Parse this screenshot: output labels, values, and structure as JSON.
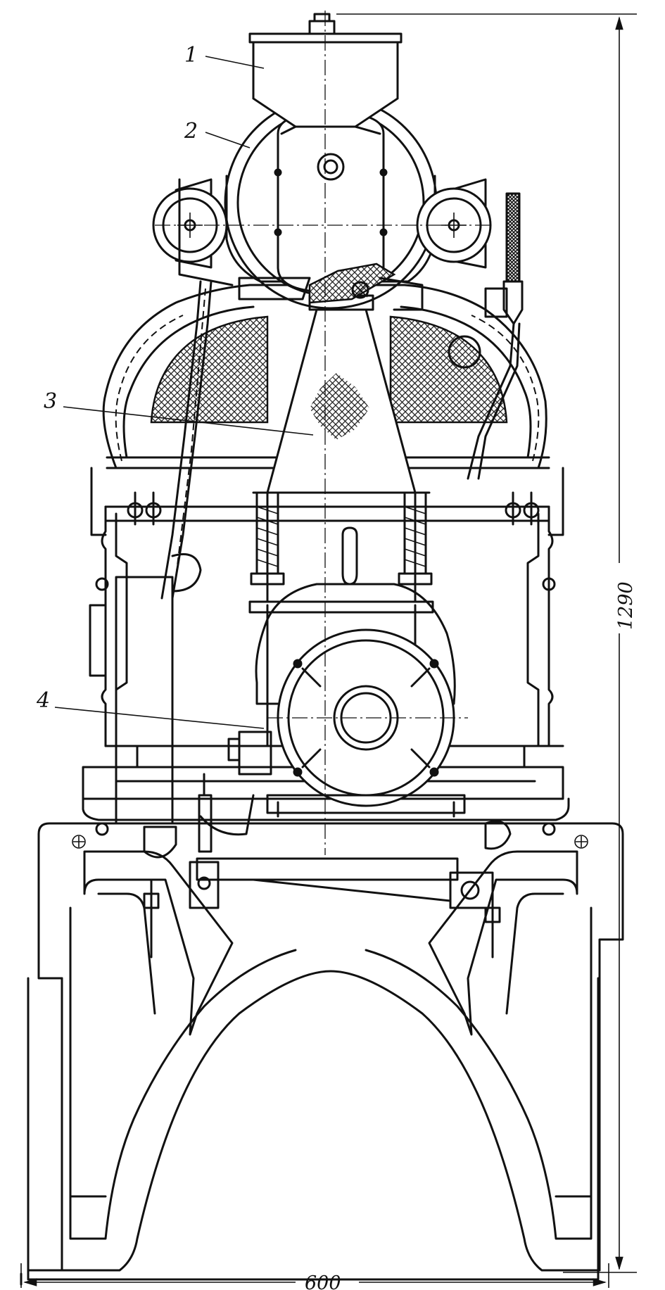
{
  "callouts": [
    {
      "id": "1",
      "text": "1"
    },
    {
      "id": "2",
      "text": "2"
    },
    {
      "id": "3",
      "text": "3"
    },
    {
      "id": "4",
      "text": "4"
    }
  ],
  "dimensions": {
    "height": "1290",
    "width": "600"
  }
}
